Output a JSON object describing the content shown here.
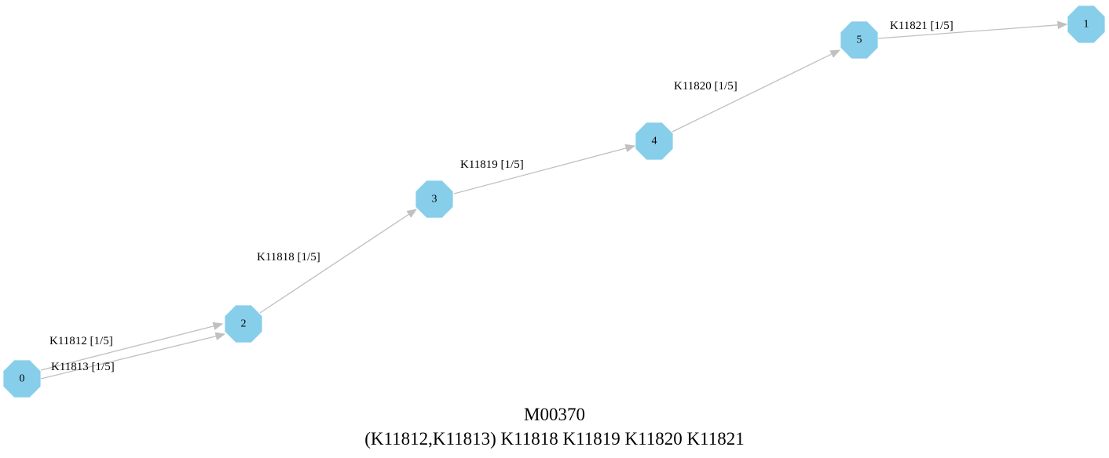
{
  "graph": {
    "nodes": [
      {
        "id": "0",
        "label": "0"
      },
      {
        "id": "2",
        "label": "2"
      },
      {
        "id": "3",
        "label": "3"
      },
      {
        "id": "4",
        "label": "4"
      },
      {
        "id": "5",
        "label": "5"
      },
      {
        "id": "1",
        "label": "1"
      }
    ],
    "edges": [
      {
        "from": "0",
        "to": "2",
        "label": "K11812 [1/5]"
      },
      {
        "from": "0",
        "to": "2",
        "label": "K11813 [1/5]"
      },
      {
        "from": "2",
        "to": "3",
        "label": "K11818 [1/5]"
      },
      {
        "from": "3",
        "to": "4",
        "label": "K11819 [1/5]"
      },
      {
        "from": "4",
        "to": "5",
        "label": "K11820 [1/5]"
      },
      {
        "from": "5",
        "to": "1",
        "label": "K11821 [1/5]"
      }
    ],
    "colors": {
      "node_fill": "#87ceeb",
      "edge": "#c0c0c0",
      "text": "#000000"
    },
    "node_shape": "octagon"
  },
  "caption": {
    "title": "M00370",
    "definition": "(K11812,K11813) K11818 K11819 K11820 K11821"
  }
}
